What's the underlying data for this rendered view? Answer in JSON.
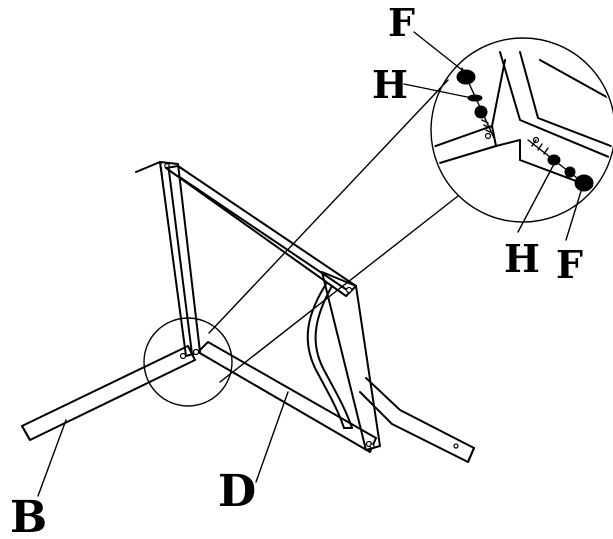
{
  "labels": {
    "b": "B",
    "d": "D",
    "f_top": "F",
    "h_top": "H",
    "h_bottom": "H",
    "f_bottom": "F"
  },
  "colors": {
    "line": "#000000",
    "background": "#ffffff"
  }
}
